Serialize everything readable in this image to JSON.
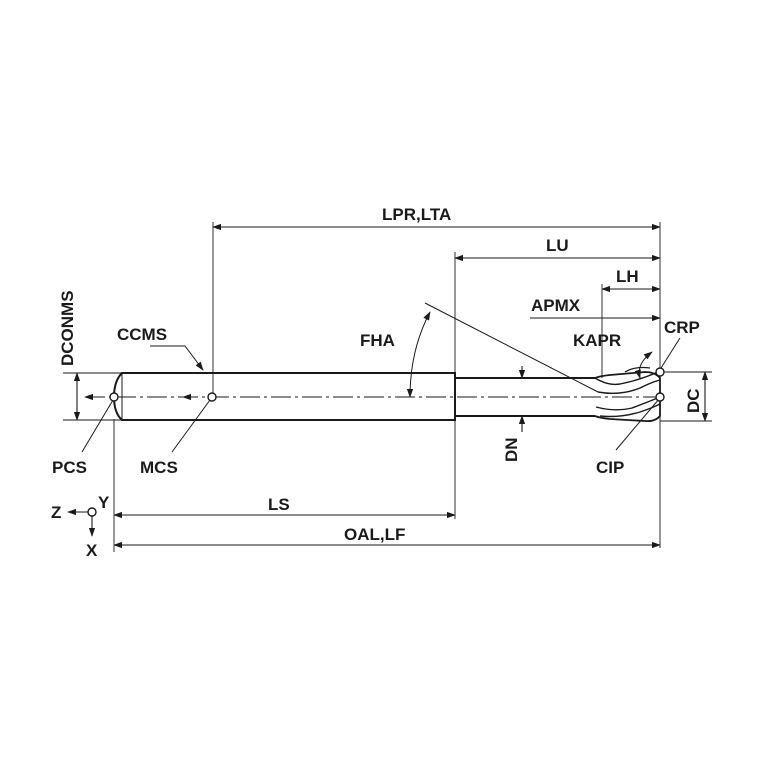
{
  "diagram": {
    "labels": {
      "lpr_lta": "LPR,LTA",
      "lu": "LU",
      "lh": "LH",
      "apmx": "APMX",
      "crp": "CRP",
      "kapr": "KAPR",
      "dconms": "DCONMS",
      "ccms": "CCMS",
      "fha": "FHA",
      "dc": "DC",
      "dn": "DN",
      "pcs": "PCS",
      "mcs": "MCS",
      "cip": "CIP",
      "ls": "LS",
      "oal_lf": "OAL,LF",
      "axis_z": "Z",
      "axis_y": "Y",
      "axis_x": "X"
    }
  }
}
